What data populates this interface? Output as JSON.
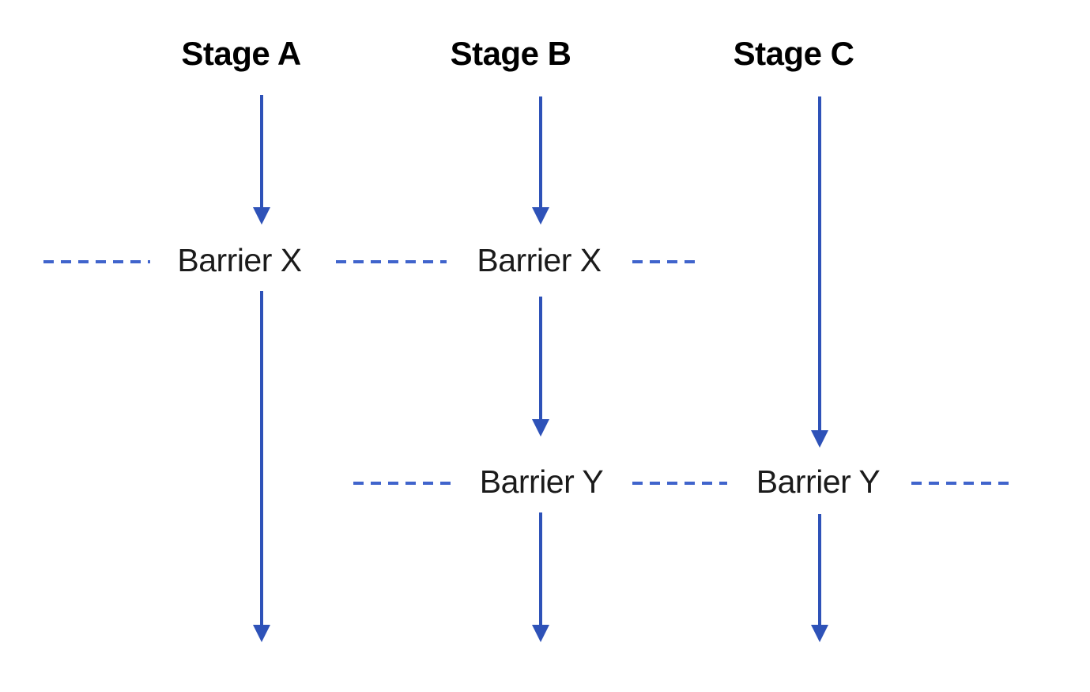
{
  "diagram": {
    "stages": [
      {
        "label": "Stage A"
      },
      {
        "label": "Stage B"
      },
      {
        "label": "Stage C"
      }
    ],
    "barriers": [
      {
        "label": "Barrier X",
        "row": "X",
        "column": "Stage A"
      },
      {
        "label": "Barrier X",
        "row": "X",
        "column": "Stage B"
      },
      {
        "label": "Barrier Y",
        "row": "Y",
        "column": "Stage B"
      },
      {
        "label": "Barrier Y",
        "row": "Y",
        "column": "Stage C"
      }
    ]
  },
  "colors": {
    "arrow-blue": "#2e52b8",
    "dash-blue": "#4064cc",
    "stage-black": "#000000",
    "barrier-dark": "#1b1b1b",
    "background": "#ffffff"
  }
}
